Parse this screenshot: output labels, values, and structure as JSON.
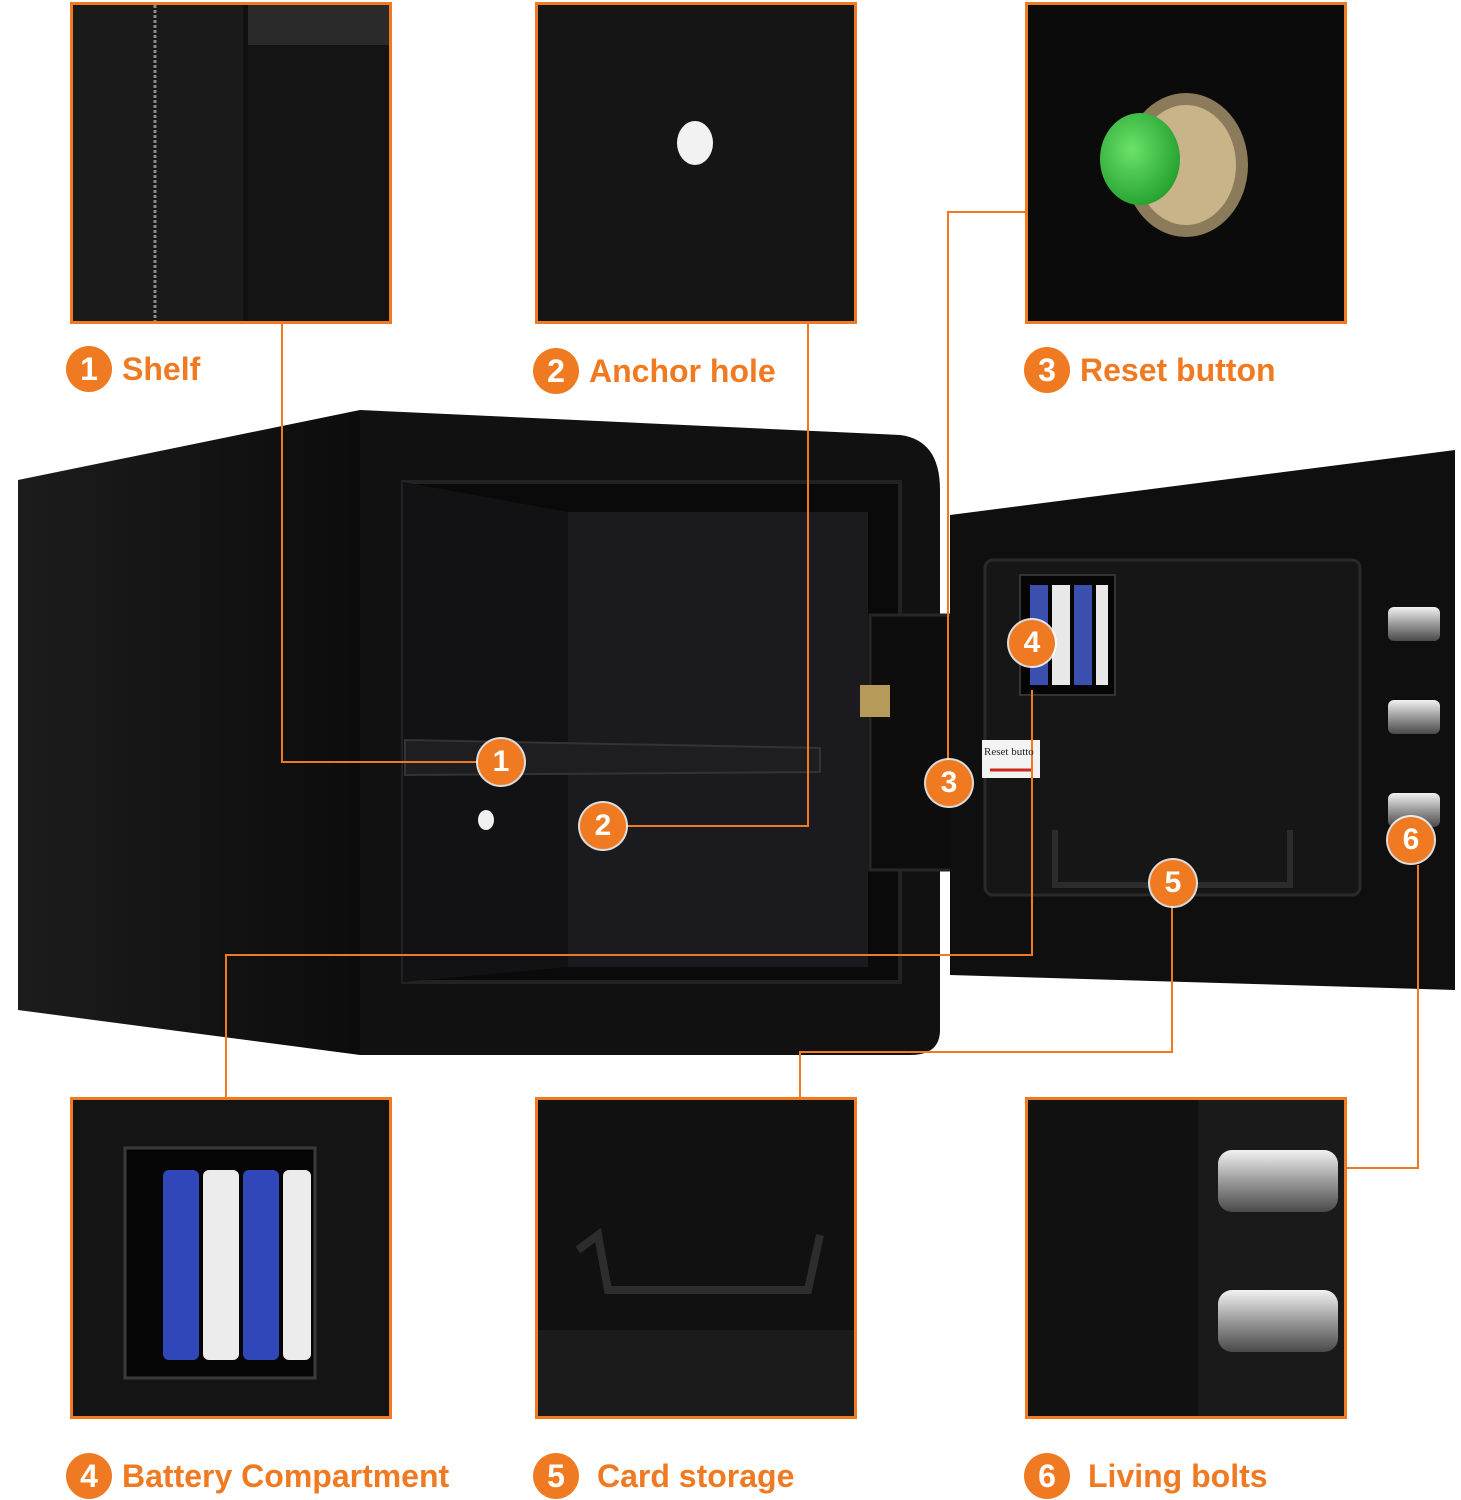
{
  "callouts": [
    {
      "number": "1",
      "label": "Shelf"
    },
    {
      "number": "2",
      "label": "Anchor hole"
    },
    {
      "number": "3",
      "label": "Reset button"
    },
    {
      "number": "4",
      "label": "Battery Compartment"
    },
    {
      "number": "5",
      "label": "Card storage"
    },
    {
      "number": "6",
      "label": "Living bolts"
    }
  ],
  "door_sticker": {
    "text": "Reset butto"
  },
  "colors": {
    "accent": "#f07a22",
    "safe_body": "#0e0e0e",
    "reset_button": "#2fb53a"
  }
}
